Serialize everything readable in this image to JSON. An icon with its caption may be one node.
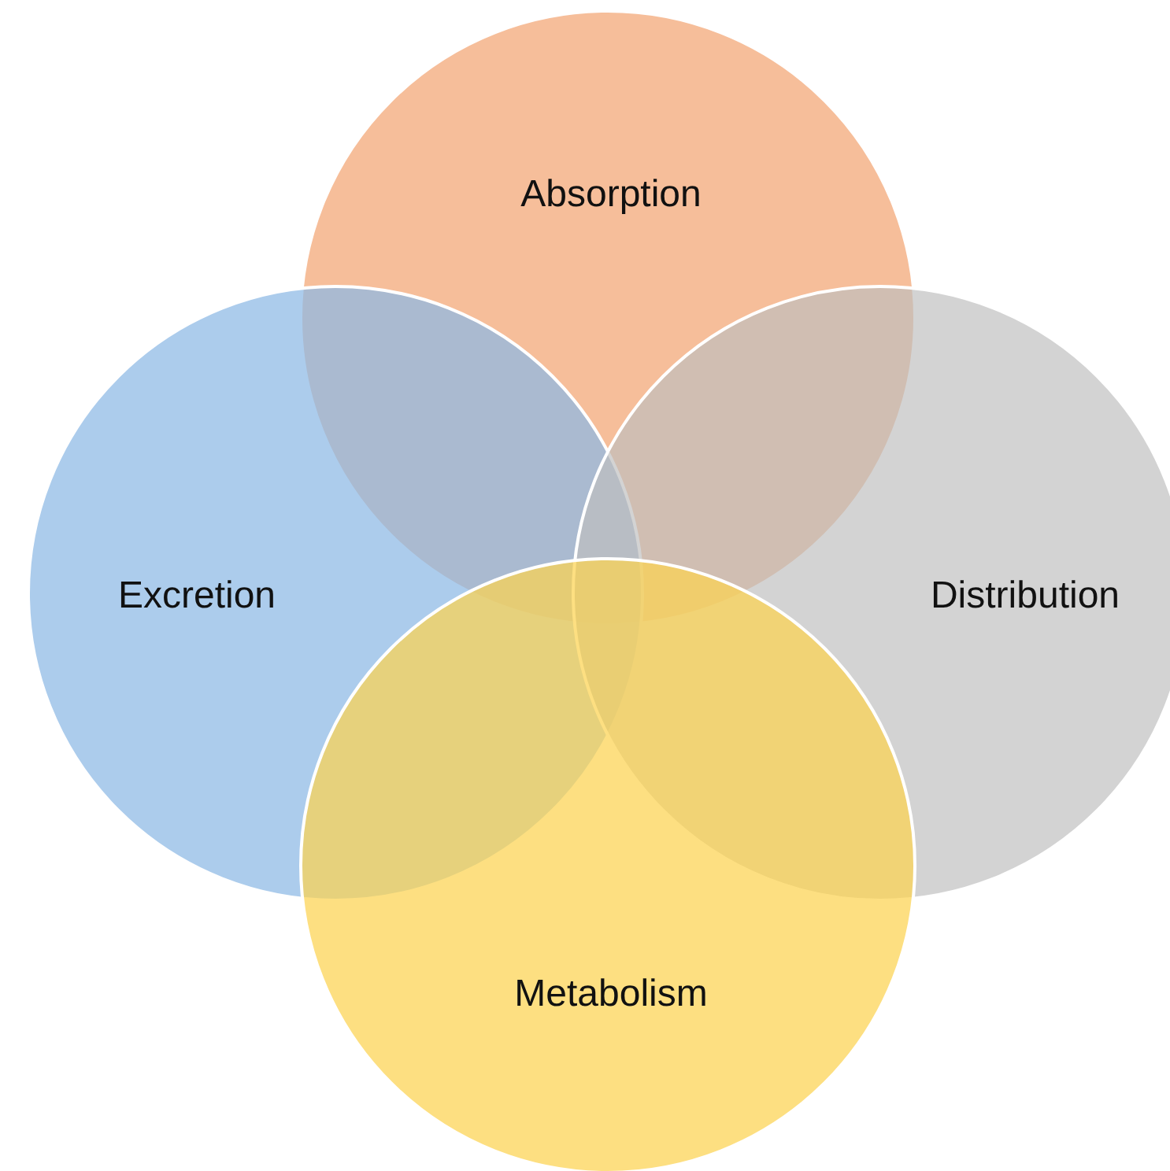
{
  "diagram": {
    "nodes": [
      {
        "text": [
          "Absorption"
        ]
      },
      {
        "text": [
          "Excretion"
        ]
      },
      {
        "text": [
          "Distribution"
        ]
      },
      {
        "text": [
          "Metabolism"
        ]
      }
    ]
  }
}
